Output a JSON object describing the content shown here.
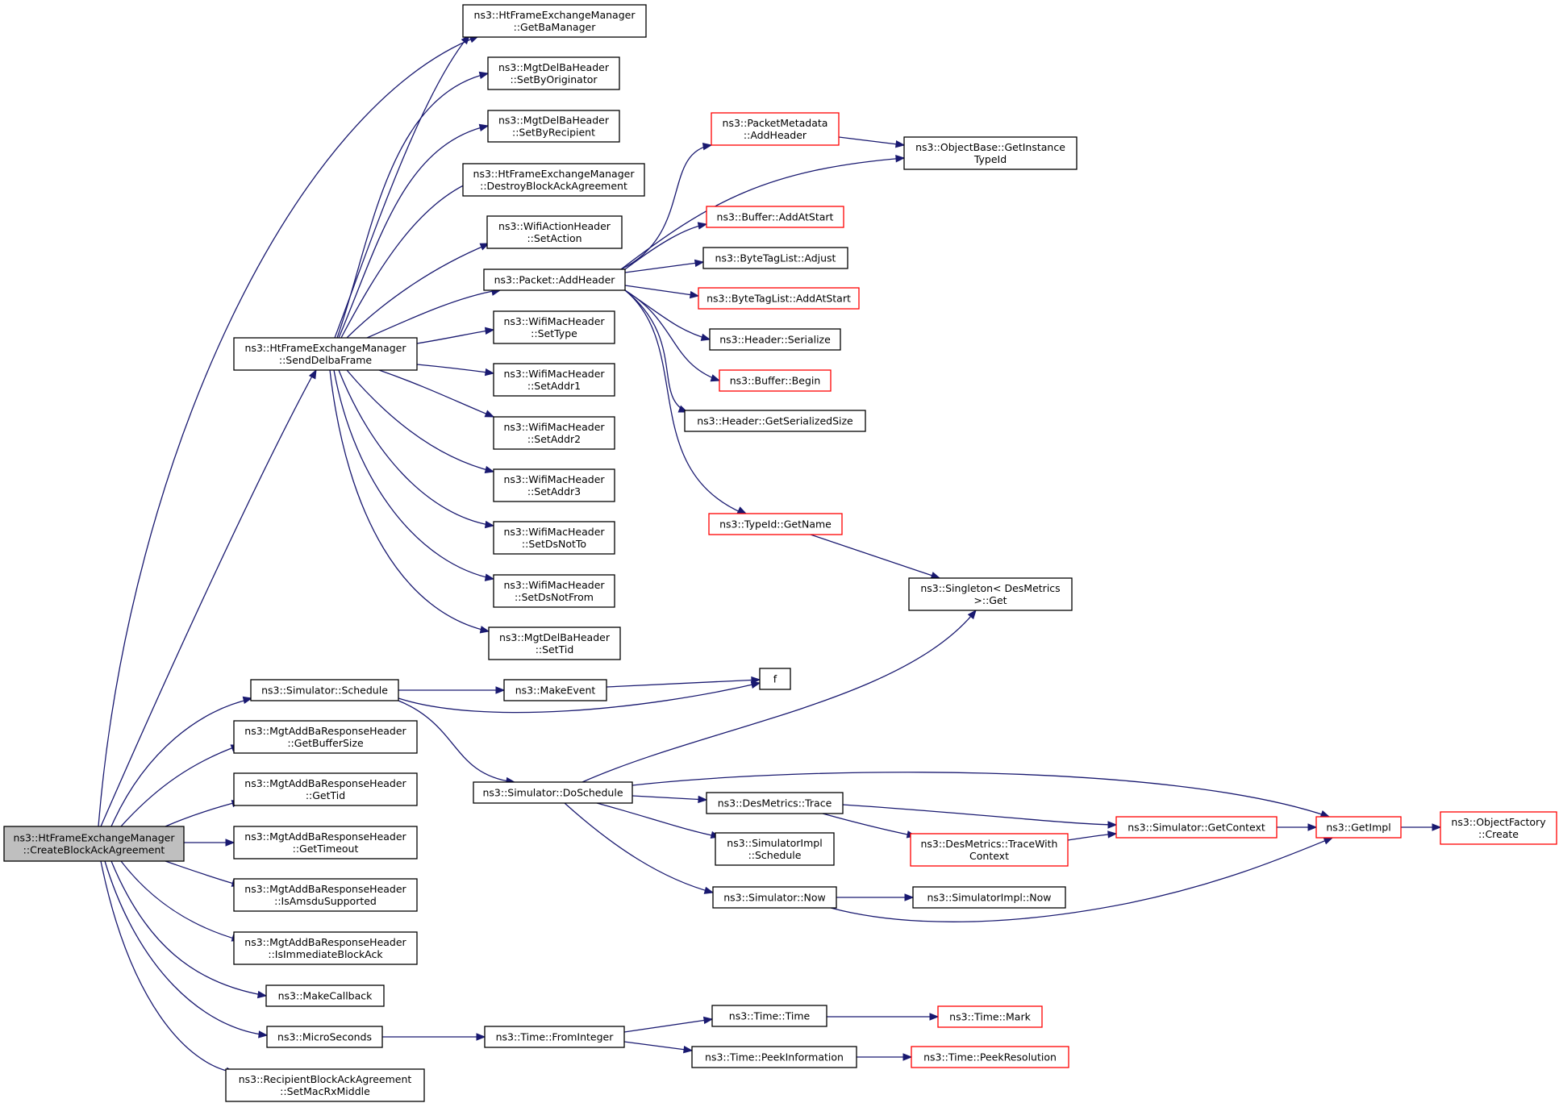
{
  "colors": {
    "edge": "#191970",
    "box_border": "#000000",
    "box_border_truncated": "#ff0000",
    "root_fill": "#bfbfbf",
    "box_fill": "#ffffff"
  },
  "nodes": [
    {
      "id": "root",
      "lines": [
        "ns3::HtFrameExchangeManager",
        "::CreateBlockAckAgreement"
      ],
      "style": "root"
    },
    {
      "id": "getBaManager",
      "lines": [
        "ns3::HtFrameExchangeManager",
        "::GetBaManager"
      ],
      "style": "normal"
    },
    {
      "id": "setByOriginator",
      "lines": [
        "ns3::MgtDelBaHeader",
        "::SetByOriginator"
      ],
      "style": "normal"
    },
    {
      "id": "setByRecipient",
      "lines": [
        "ns3::MgtDelBaHeader",
        "::SetByRecipient"
      ],
      "style": "normal"
    },
    {
      "id": "destroyBA",
      "lines": [
        "ns3::HtFrameExchangeManager",
        "::DestroyBlockAckAgreement"
      ],
      "style": "normal"
    },
    {
      "id": "setAction",
      "lines": [
        "ns3::WifiActionHeader",
        "::SetAction"
      ],
      "style": "normal"
    },
    {
      "id": "packetAddHeader",
      "lines": [
        "ns3::Packet::AddHeader"
      ],
      "style": "normal"
    },
    {
      "id": "sendDelba",
      "lines": [
        "ns3::HtFrameExchangeManager",
        "::SendDelbaFrame"
      ],
      "style": "normal"
    },
    {
      "id": "setType",
      "lines": [
        "ns3::WifiMacHeader",
        "::SetType"
      ],
      "style": "normal"
    },
    {
      "id": "setAddr1",
      "lines": [
        "ns3::WifiMacHeader",
        "::SetAddr1"
      ],
      "style": "normal"
    },
    {
      "id": "setAddr2",
      "lines": [
        "ns3::WifiMacHeader",
        "::SetAddr2"
      ],
      "style": "normal"
    },
    {
      "id": "setAddr3",
      "lines": [
        "ns3::WifiMacHeader",
        "::SetAddr3"
      ],
      "style": "normal"
    },
    {
      "id": "setDsNotTo",
      "lines": [
        "ns3::WifiMacHeader",
        "::SetDsNotTo"
      ],
      "style": "normal"
    },
    {
      "id": "setDsNotFrom",
      "lines": [
        "ns3::WifiMacHeader",
        "::SetDsNotFrom"
      ],
      "style": "normal"
    },
    {
      "id": "setTid",
      "lines": [
        "ns3::MgtDelBaHeader",
        "::SetTid"
      ],
      "style": "normal"
    },
    {
      "id": "pmAddHeader",
      "lines": [
        "ns3::PacketMetadata",
        "::AddHeader"
      ],
      "style": "truncated"
    },
    {
      "id": "getInstanceTypeId",
      "lines": [
        "ns3::ObjectBase::GetInstance",
        "TypeId"
      ],
      "style": "normal"
    },
    {
      "id": "bufAddAtStart",
      "lines": [
        "ns3::Buffer::AddAtStart"
      ],
      "style": "truncated"
    },
    {
      "id": "btlAdjust",
      "lines": [
        "ns3::ByteTagList::Adjust"
      ],
      "style": "normal"
    },
    {
      "id": "btlAddAtStart",
      "lines": [
        "ns3::ByteTagList::AddAtStart"
      ],
      "style": "truncated"
    },
    {
      "id": "hdrSerialize",
      "lines": [
        "ns3::Header::Serialize"
      ],
      "style": "normal"
    },
    {
      "id": "bufBegin",
      "lines": [
        "ns3::Buffer::Begin"
      ],
      "style": "truncated"
    },
    {
      "id": "hdrGetSize",
      "lines": [
        "ns3::Header::GetSerializedSize"
      ],
      "style": "normal"
    },
    {
      "id": "typeIdGetName",
      "lines": [
        "ns3::TypeId::GetName"
      ],
      "style": "truncated"
    },
    {
      "id": "singletonGet",
      "lines": [
        "ns3::Singleton< DesMetrics",
        ">::Get"
      ],
      "style": "normal"
    },
    {
      "id": "simSchedule",
      "lines": [
        "ns3::Simulator::Schedule"
      ],
      "style": "normal"
    },
    {
      "id": "makeEvent",
      "lines": [
        "ns3::MakeEvent"
      ],
      "style": "normal"
    },
    {
      "id": "f",
      "lines": [
        "f"
      ],
      "style": "normal"
    },
    {
      "id": "getBufferSize",
      "lines": [
        "ns3::MgtAddBaResponseHeader",
        "::GetBufferSize"
      ],
      "style": "normal"
    },
    {
      "id": "getTid",
      "lines": [
        "ns3::MgtAddBaResponseHeader",
        "::GetTid"
      ],
      "style": "normal"
    },
    {
      "id": "getTimeout",
      "lines": [
        "ns3::MgtAddBaResponseHeader",
        "::GetTimeout"
      ],
      "style": "normal"
    },
    {
      "id": "isAmsdu",
      "lines": [
        "ns3::MgtAddBaResponseHeader",
        "::IsAmsduSupported"
      ],
      "style": "normal"
    },
    {
      "id": "isImmediate",
      "lines": [
        "ns3::MgtAddBaResponseHeader",
        "::IsImmediateBlockAck"
      ],
      "style": "normal"
    },
    {
      "id": "makeCallback",
      "lines": [
        "ns3::MakeCallback"
      ],
      "style": "normal"
    },
    {
      "id": "microSeconds",
      "lines": [
        "ns3::MicroSeconds"
      ],
      "style": "normal"
    },
    {
      "id": "setMacRxMiddle",
      "lines": [
        "ns3::RecipientBlockAckAgreement",
        "::SetMacRxMiddle"
      ],
      "style": "normal"
    },
    {
      "id": "doSchedule",
      "lines": [
        "ns3::Simulator::DoSchedule"
      ],
      "style": "normal"
    },
    {
      "id": "dmTrace",
      "lines": [
        "ns3::DesMetrics::Trace"
      ],
      "style": "normal"
    },
    {
      "id": "simImplSchedule",
      "lines": [
        "ns3::SimulatorImpl",
        "::Schedule"
      ],
      "style": "normal"
    },
    {
      "id": "simNow",
      "lines": [
        "ns3::Simulator::Now"
      ],
      "style": "normal"
    },
    {
      "id": "traceWithContext",
      "lines": [
        "ns3::DesMetrics::TraceWith",
        "Context"
      ],
      "style": "truncated"
    },
    {
      "id": "getContext",
      "lines": [
        "ns3::Simulator::GetContext"
      ],
      "style": "truncated"
    },
    {
      "id": "getImpl",
      "lines": [
        "ns3::GetImpl"
      ],
      "style": "truncated"
    },
    {
      "id": "ofCreate",
      "lines": [
        "ns3::ObjectFactory",
        "::Create"
      ],
      "style": "truncated"
    },
    {
      "id": "simImplNow",
      "lines": [
        "ns3::SimulatorImpl::Now"
      ],
      "style": "normal"
    },
    {
      "id": "fromInteger",
      "lines": [
        "ns3::Time::FromInteger"
      ],
      "style": "normal"
    },
    {
      "id": "timeTime",
      "lines": [
        "ns3::Time::Time"
      ],
      "style": "normal"
    },
    {
      "id": "timeMark",
      "lines": [
        "ns3::Time::Mark"
      ],
      "style": "truncated"
    },
    {
      "id": "peekInfo",
      "lines": [
        "ns3::Time::PeekInformation"
      ],
      "style": "normal"
    },
    {
      "id": "peekRes",
      "lines": [
        "ns3::Time::PeekResolution"
      ],
      "style": "truncated"
    }
  ],
  "edges": [
    [
      "root",
      "getBaManager"
    ],
    [
      "root",
      "sendDelba"
    ],
    [
      "root",
      "simSchedule"
    ],
    [
      "root",
      "getBufferSize"
    ],
    [
      "root",
      "getTid"
    ],
    [
      "root",
      "getTimeout"
    ],
    [
      "root",
      "isAmsdu"
    ],
    [
      "root",
      "isImmediate"
    ],
    [
      "root",
      "makeCallback"
    ],
    [
      "root",
      "microSeconds"
    ],
    [
      "root",
      "setMacRxMiddle"
    ],
    [
      "sendDelba",
      "getBaManager"
    ],
    [
      "sendDelba",
      "setByOriginator"
    ],
    [
      "sendDelba",
      "setByRecipient"
    ],
    [
      "sendDelba",
      "destroyBA"
    ],
    [
      "sendDelba",
      "setAction"
    ],
    [
      "sendDelba",
      "packetAddHeader"
    ],
    [
      "sendDelba",
      "setType"
    ],
    [
      "sendDelba",
      "setAddr1"
    ],
    [
      "sendDelba",
      "setAddr2"
    ],
    [
      "sendDelba",
      "setAddr3"
    ],
    [
      "sendDelba",
      "setDsNotTo"
    ],
    [
      "sendDelba",
      "setDsNotFrom"
    ],
    [
      "sendDelba",
      "setTid"
    ],
    [
      "packetAddHeader",
      "pmAddHeader"
    ],
    [
      "packetAddHeader",
      "getInstanceTypeId"
    ],
    [
      "packetAddHeader",
      "bufAddAtStart"
    ],
    [
      "packetAddHeader",
      "btlAdjust"
    ],
    [
      "packetAddHeader",
      "btlAddAtStart"
    ],
    [
      "packetAddHeader",
      "hdrSerialize"
    ],
    [
      "packetAddHeader",
      "bufBegin"
    ],
    [
      "packetAddHeader",
      "hdrGetSize"
    ],
    [
      "packetAddHeader",
      "typeIdGetName"
    ],
    [
      "pmAddHeader",
      "getInstanceTypeId"
    ],
    [
      "typeIdGetName",
      "singletonGet"
    ],
    [
      "simSchedule",
      "makeEvent"
    ],
    [
      "simSchedule",
      "f"
    ],
    [
      "simSchedule",
      "doSchedule"
    ],
    [
      "makeEvent",
      "f"
    ],
    [
      "doSchedule",
      "singletonGet"
    ],
    [
      "doSchedule",
      "getImpl"
    ],
    [
      "doSchedule",
      "dmTrace"
    ],
    [
      "doSchedule",
      "simImplSchedule"
    ],
    [
      "doSchedule",
      "simNow"
    ],
    [
      "dmTrace",
      "getContext"
    ],
    [
      "dmTrace",
      "traceWithContext"
    ],
    [
      "traceWithContext",
      "getContext"
    ],
    [
      "getContext",
      "getImpl"
    ],
    [
      "getImpl",
      "ofCreate"
    ],
    [
      "simNow",
      "simImplNow"
    ],
    [
      "simNow",
      "getImpl"
    ],
    [
      "microSeconds",
      "fromInteger"
    ],
    [
      "fromInteger",
      "timeTime"
    ],
    [
      "fromInteger",
      "peekInfo"
    ],
    [
      "timeTime",
      "timeMark"
    ],
    [
      "peekInfo",
      "peekRes"
    ]
  ]
}
